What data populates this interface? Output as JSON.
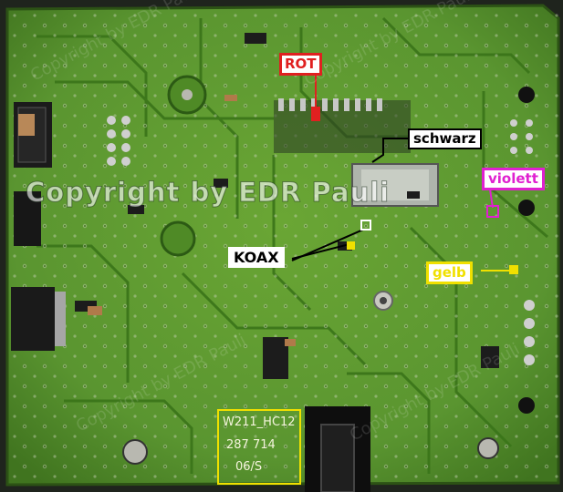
{
  "callouts": {
    "rot": "ROT",
    "schwarz": "schwarz",
    "violett": "violett",
    "koax": "KOAX",
    "gelb": "gelb"
  },
  "watermark": "Copyright by EDR Pauli",
  "part_label": {
    "line1": "W211_HC12",
    "line2": "287 714",
    "line3": "06/S"
  },
  "colors": {
    "board": "#5e9a2e",
    "board_dark": "#3f7620",
    "trace": "#2f6216",
    "silkscreen": "#e8eed8",
    "rot": "#e02020",
    "violett": "#e020d0",
    "gelb": "#f0e000",
    "label_box": "#f0e000"
  }
}
